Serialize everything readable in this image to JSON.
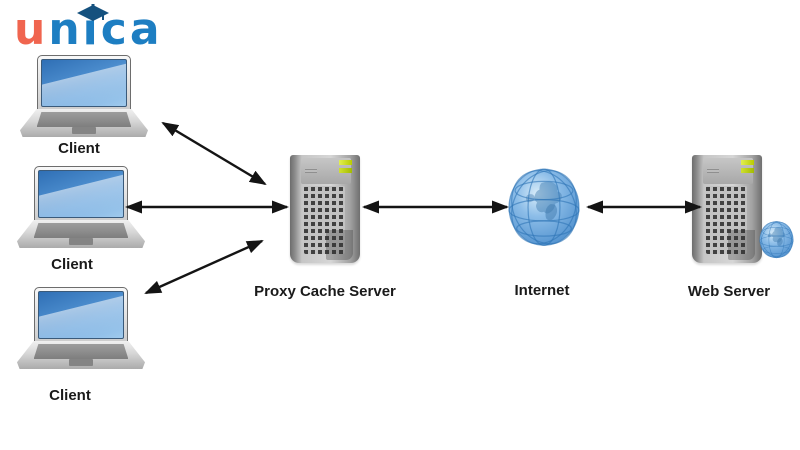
{
  "logo": {
    "text_red": "u",
    "text_blue": "nica",
    "red_color": "#f0654f",
    "blue_color": "#1d7ec2",
    "icon": "graduation-cap-icon"
  },
  "labels": {
    "client1": "Client",
    "client2": "Client",
    "client3": "Client",
    "proxy": "Proxy Cache Server",
    "internet": "Internet",
    "web": "Web Server"
  },
  "diagram": {
    "type": "network-topology",
    "nodes": [
      {
        "id": "client1",
        "icon": "laptop-icon",
        "label": "Client"
      },
      {
        "id": "client2",
        "icon": "laptop-icon",
        "label": "Client"
      },
      {
        "id": "client3",
        "icon": "laptop-icon",
        "label": "Client"
      },
      {
        "id": "proxy",
        "icon": "server-tower-icon",
        "label": "Proxy Cache Server"
      },
      {
        "id": "internet",
        "icon": "globe-icon",
        "label": "Internet"
      },
      {
        "id": "web",
        "icon": "server-tower-icon globe-badge-icon",
        "label": "Web Server"
      }
    ],
    "connections": [
      {
        "from": "client1",
        "to": "proxy",
        "bidirectional": true
      },
      {
        "from": "client2",
        "to": "proxy",
        "bidirectional": true
      },
      {
        "from": "client3",
        "to": "proxy",
        "bidirectional": true
      },
      {
        "from": "proxy",
        "to": "internet",
        "bidirectional": true
      },
      {
        "from": "internet",
        "to": "web",
        "bidirectional": true
      }
    ],
    "colors": {
      "arrow": "#141414",
      "laptop_screen_blue": "#4a8bcc",
      "server_led_green": "#c6d41e",
      "globe_blue": "#6aa4d8",
      "label_text": "#1a1a1a",
      "background": "#ffffff"
    }
  }
}
